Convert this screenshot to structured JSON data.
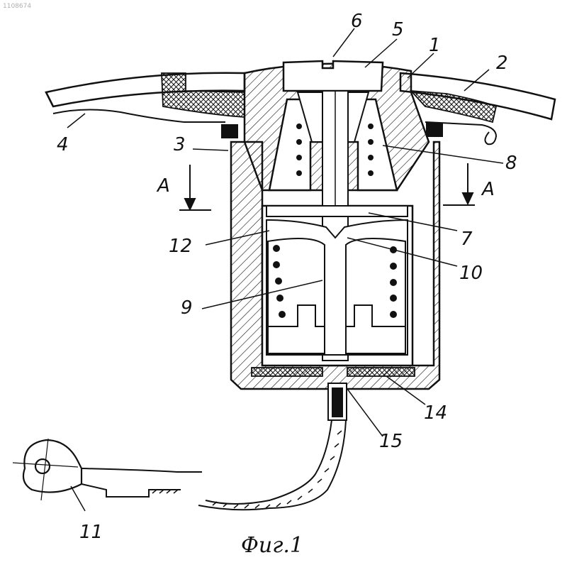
{
  "watermark": "1108674",
  "caption": "Фиг.1",
  "section_marker": "A",
  "labels": [
    "1",
    "2",
    "3",
    "4",
    "5",
    "6",
    "7",
    "8",
    "9",
    "10",
    "11",
    "12",
    "14",
    "15"
  ],
  "colors": {
    "ink": "#111111",
    "paper": "#ffffff"
  }
}
